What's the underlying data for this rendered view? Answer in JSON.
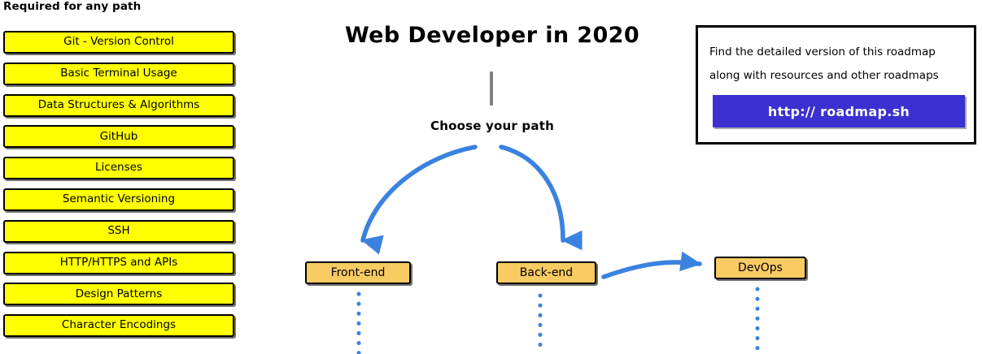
{
  "sidebar": {
    "heading": "Required for any path",
    "items": [
      {
        "label": "Git - Version Control"
      },
      {
        "label": "Basic Terminal Usage"
      },
      {
        "label": "Data Structures & Algorithms"
      },
      {
        "label": "GitHub"
      },
      {
        "label": "Licenses"
      },
      {
        "label": "Semantic Versioning"
      },
      {
        "label": "SSH"
      },
      {
        "label": "HTTP/HTTPS and APIs"
      },
      {
        "label": "Design Patterns"
      },
      {
        "label": "Character Encodings"
      }
    ]
  },
  "main": {
    "title": "Web Developer in 2020",
    "choose_path_label": "Choose your path",
    "nodes": [
      {
        "label": "Front-end"
      },
      {
        "label": "Back-end"
      },
      {
        "label": "DevOps"
      }
    ]
  },
  "info_box": {
    "line1": "Find the detailed version of this roadmap",
    "line2": "along with resources and other roadmaps",
    "button_label": "http:// roadmap.sh"
  },
  "colors": {
    "required_box_fill": "#FFFF00",
    "path_node_fill": "#F8CB63",
    "arrow_blue": "#3B82E0",
    "button_indigo": "#3B30D0",
    "stem_gray": "#808080",
    "outline_black": "#000000"
  }
}
